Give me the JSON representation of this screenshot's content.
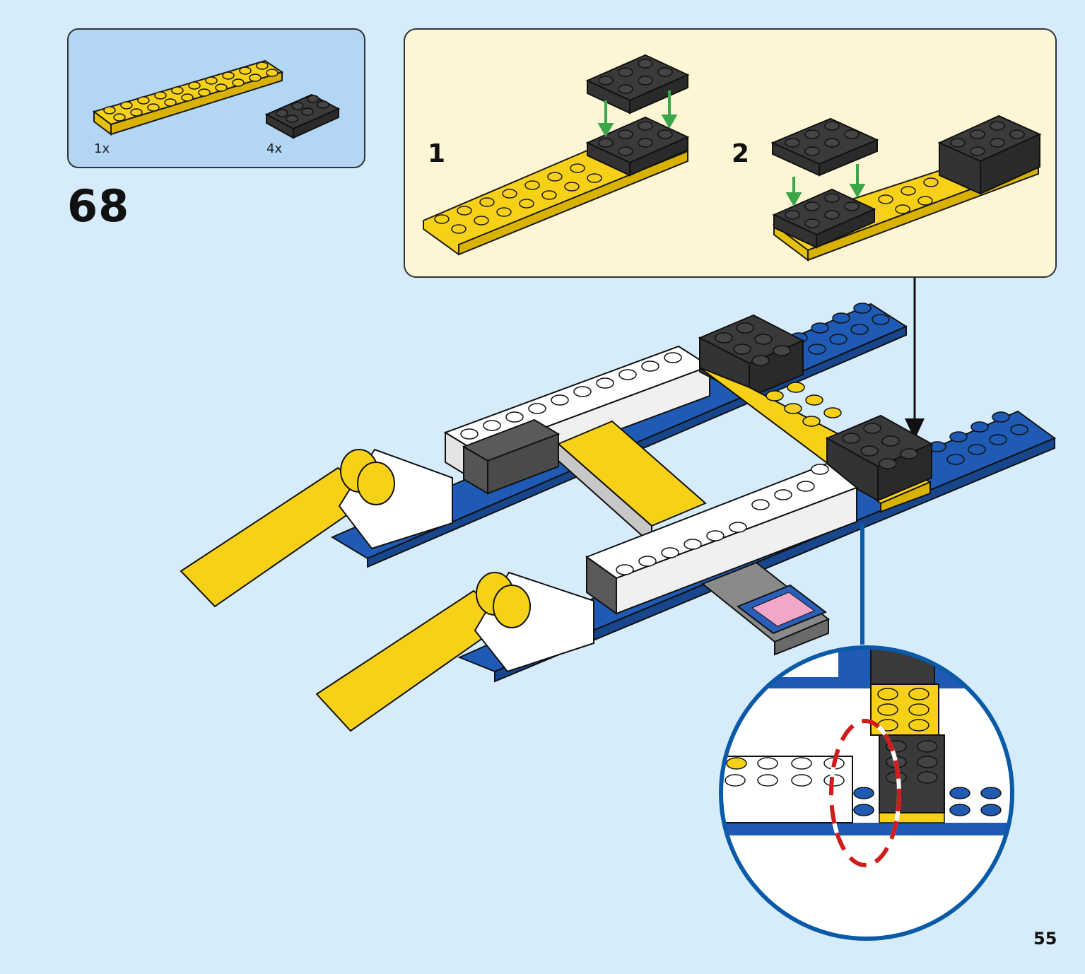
{
  "parts": {
    "items": [
      {
        "qty": "1x",
        "color": "#f7d117",
        "icon": "yellow-plate-2x10-icon"
      },
      {
        "qty": "4x",
        "color": "#3a3a3a",
        "icon": "black-plate-2x3-icon"
      }
    ]
  },
  "step": {
    "number": "68"
  },
  "substeps": [
    {
      "label": "1"
    },
    {
      "label": "2"
    }
  ],
  "page": {
    "number": "55"
  },
  "colors": {
    "background": "#d6ecfb",
    "parts_box": "#b3d6f4",
    "substep_box": "#fdf5d3",
    "yellow": "#f7d117",
    "black": "#3a3a3a",
    "blue": "#1f5bb5",
    "white": "#ffffff",
    "arrow_green": "#3aa64a",
    "callout_red": "#d01c1c",
    "callout_circle": "#0a5aa8"
  }
}
